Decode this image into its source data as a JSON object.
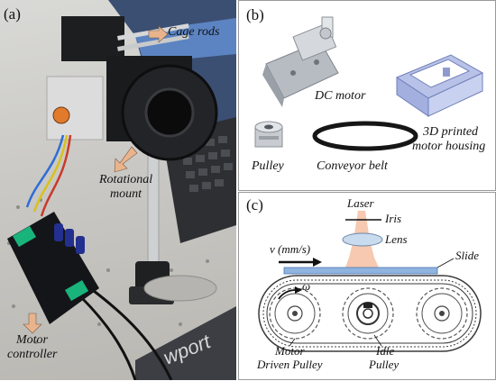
{
  "panel_a": {
    "label": "(a)",
    "annotations": {
      "cage_rods": "Cage rods",
      "rotational_mount_line1": "Rotational",
      "rotational_mount_line2": "mount",
      "motor_controller_line1": "Motor",
      "motor_controller_line2": "controller"
    },
    "colors": {
      "arrow": "#e9b48c"
    }
  },
  "panel_b": {
    "label": "(b)",
    "dc_motor": "DC motor",
    "housing_line1": "3D printed",
    "housing_line2": "motor housing",
    "pulley": "Pulley",
    "conveyor_belt": "Conveyor belt"
  },
  "panel_c": {
    "label": "(c)",
    "laser": "Laser",
    "iris": "Iris",
    "lens": "Lens",
    "velocity": "v (mm/s)",
    "slide": "Slide",
    "omega": "ω",
    "motor_line1": "Motor",
    "motor_line2": "Driven Pulley",
    "idle_line1": "Idle",
    "idle_line2": "Pulley",
    "colors": {
      "beam": "#f6c9b0",
      "slide": "#8fb4e0",
      "lens": "#c9dbee"
    }
  }
}
